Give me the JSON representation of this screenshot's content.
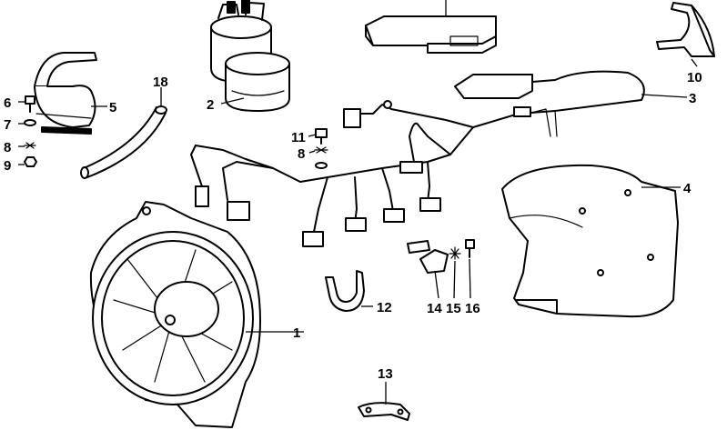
{
  "callouts": {
    "c1": "1",
    "c2": "2",
    "c3": "3",
    "c4": "4",
    "c5": "5",
    "c6": "6",
    "c7": "7",
    "c8a": "8",
    "c8b": "8",
    "c9": "9",
    "c10": "10",
    "c11": "11",
    "c12": "12",
    "c13": "13",
    "c14": "14",
    "c15": "15",
    "c16": "16",
    "c18": "18"
  }
}
